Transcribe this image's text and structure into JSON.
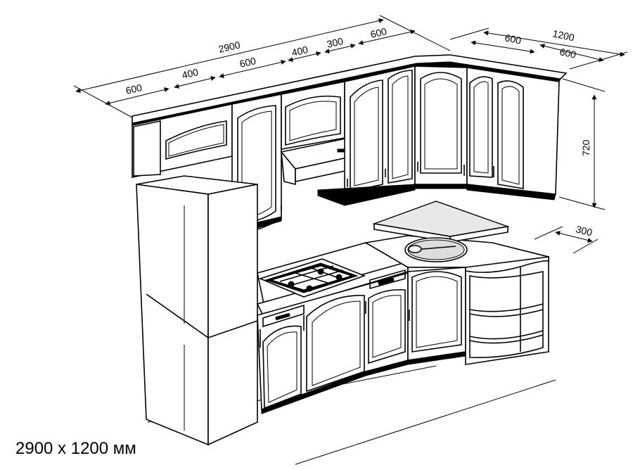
{
  "dimensions": {
    "total_length": "2900",
    "total_width": "1200",
    "height": "720",
    "top_segments": [
      "600",
      "400",
      "600",
      "400",
      "300",
      "600"
    ],
    "side_segments": [
      "600",
      "600"
    ],
    "sink_shelf": "300"
  },
  "caption": "2900 x 1200 мм"
}
